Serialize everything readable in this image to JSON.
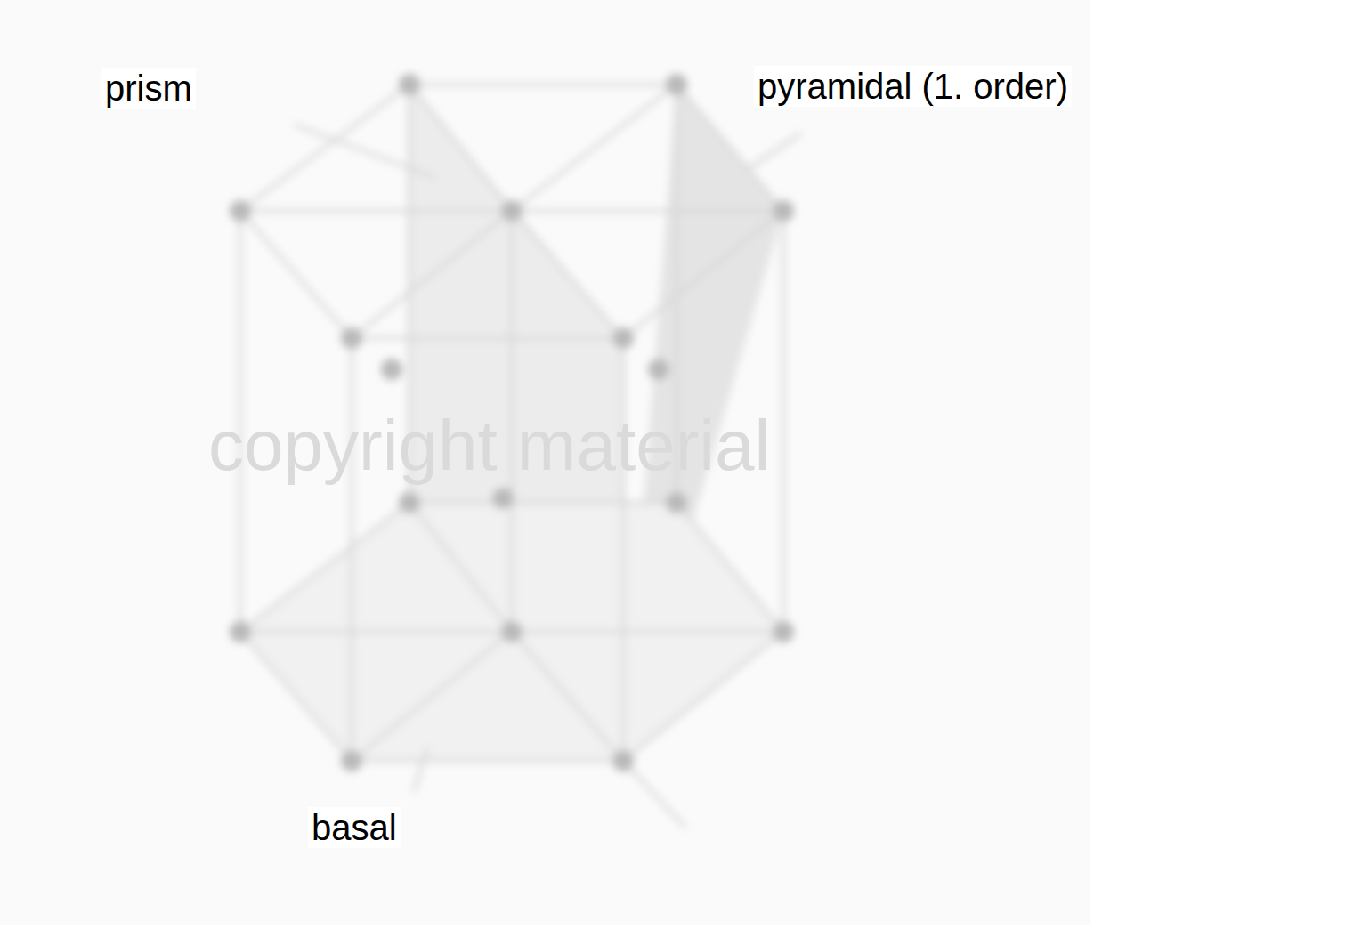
{
  "diagram": {
    "labels": [
      "prism",
      "pyramidal (1. order)",
      "basal",
      "copyright material"
    ]
  }
}
